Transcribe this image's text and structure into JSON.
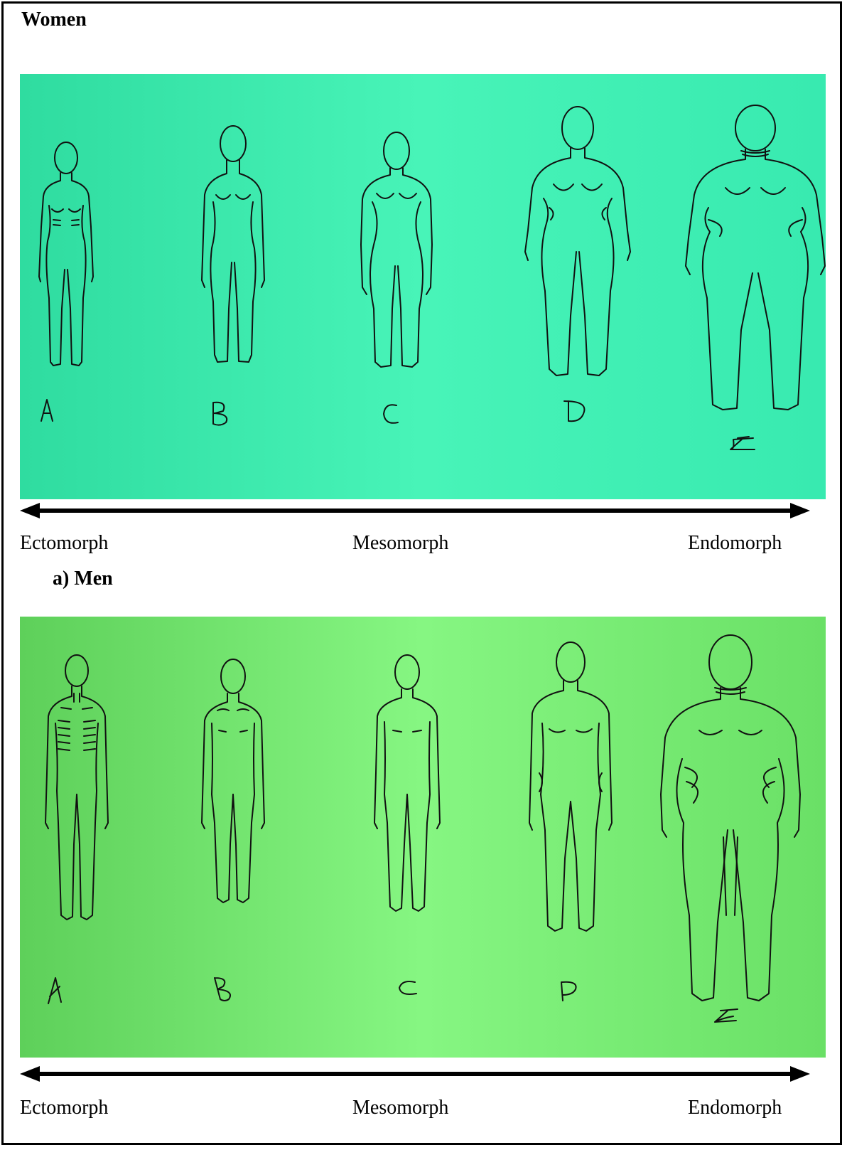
{
  "women": {
    "heading": "Women",
    "figure_letters": [
      "A",
      "B",
      "C",
      "D",
      "E"
    ],
    "scale": {
      "left": "Ectomorph",
      "middle": "Mesomorph",
      "right": "Endomorph"
    }
  },
  "men": {
    "heading": "a)  Men",
    "figure_letters": [
      "A",
      "B",
      "C",
      "D",
      "E"
    ],
    "scale": {
      "left": "Ectomorph",
      "middle": "Mesomorph",
      "right": "Endomorph"
    }
  },
  "colors": {
    "women_background": "#3ef0b0",
    "men_background": "#7ef07a",
    "ink": "#111111"
  }
}
